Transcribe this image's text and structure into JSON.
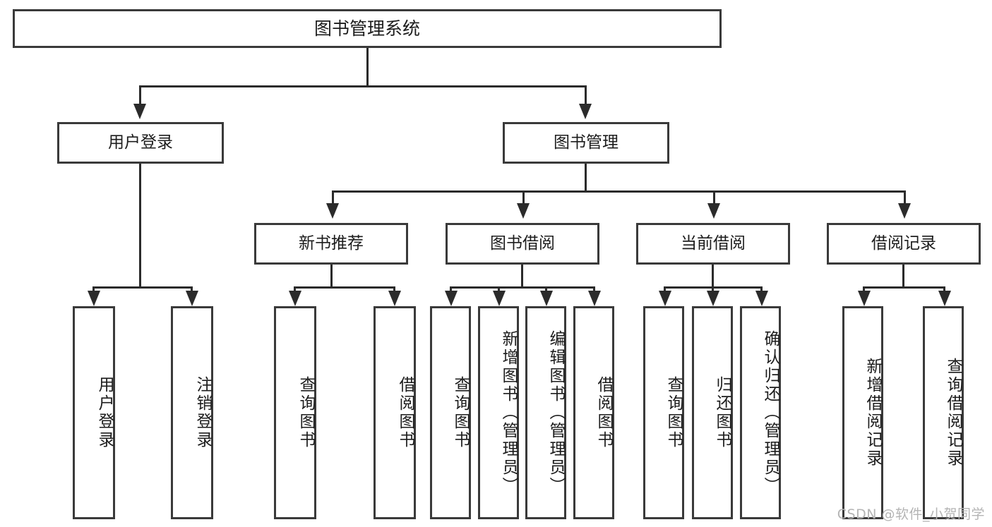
{
  "diagram": {
    "title": "图书管理系统",
    "type": "tree",
    "root": {
      "label": "图书管理系统"
    },
    "level2": [
      {
        "label": "用户登录"
      },
      {
        "label": "图书管理"
      }
    ],
    "level3": [
      {
        "label": "新书推荐"
      },
      {
        "label": "图书借阅"
      },
      {
        "label": "当前借阅"
      },
      {
        "label": "借阅记录"
      }
    ],
    "leaves": {
      "user_login": [
        {
          "label": "用户登录"
        },
        {
          "label": "注销登录"
        }
      ],
      "new_book_recommend": [
        {
          "label": "查询图书"
        },
        {
          "label": "借阅图书"
        }
      ],
      "book_borrow": [
        {
          "label": "查询图书"
        },
        {
          "label": "新增图书（管理员）"
        },
        {
          "label": "编辑图书（管理员）"
        },
        {
          "label": "借阅图书"
        }
      ],
      "current_borrow": [
        {
          "label": "查询图书"
        },
        {
          "label": "归还图书"
        },
        {
          "label": "确认归还（管理员）"
        }
      ],
      "borrow_record": [
        {
          "label": "新增借阅记录"
        },
        {
          "label": "查询借阅记录"
        }
      ]
    }
  },
  "watermark": {
    "text": "CSDN @软件_小贺同学"
  },
  "colors": {
    "box_border": "#3a3a3a",
    "connector": "#2b2b2b",
    "text": "#1c1c1c",
    "background": "#ffffff",
    "watermark": "#b4b4b4"
  }
}
